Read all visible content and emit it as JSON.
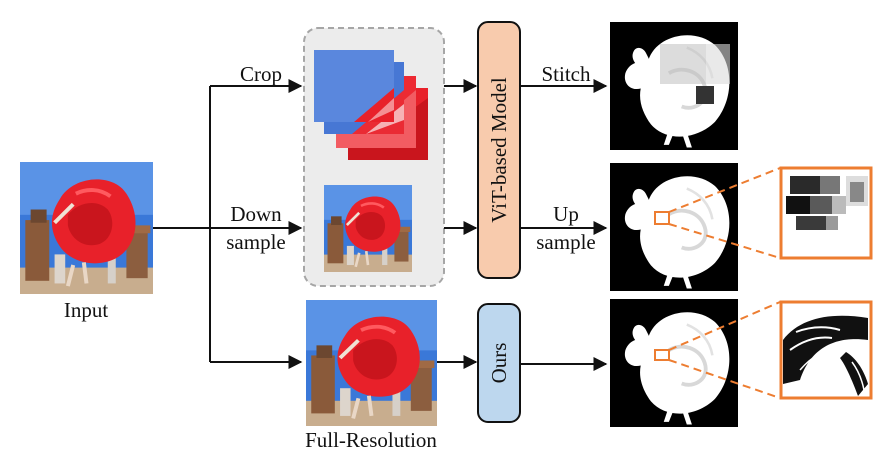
{
  "labels": {
    "input": "Input",
    "crop": "Crop",
    "down_line1": "Down",
    "down_line2": "sample",
    "full_resolution": "Full-Resolution",
    "stitch": "Stitch",
    "up_line1": "Up",
    "up_line2": "sample"
  },
  "models": {
    "vit": "ViT-based Model",
    "ours": "Ours"
  },
  "colors": {
    "vit_fill": "#f8cbad",
    "ours_fill": "#bdd7ee",
    "orange": "#ed7d31",
    "sky": "#2f6fd6",
    "dress_red": "#e8212a",
    "group_fill": "#ececec",
    "group_border": "#a6a6a6"
  },
  "icons": {
    "photo": "photo-of-dancer-in-red-dress",
    "matte": "alpha-matte"
  }
}
